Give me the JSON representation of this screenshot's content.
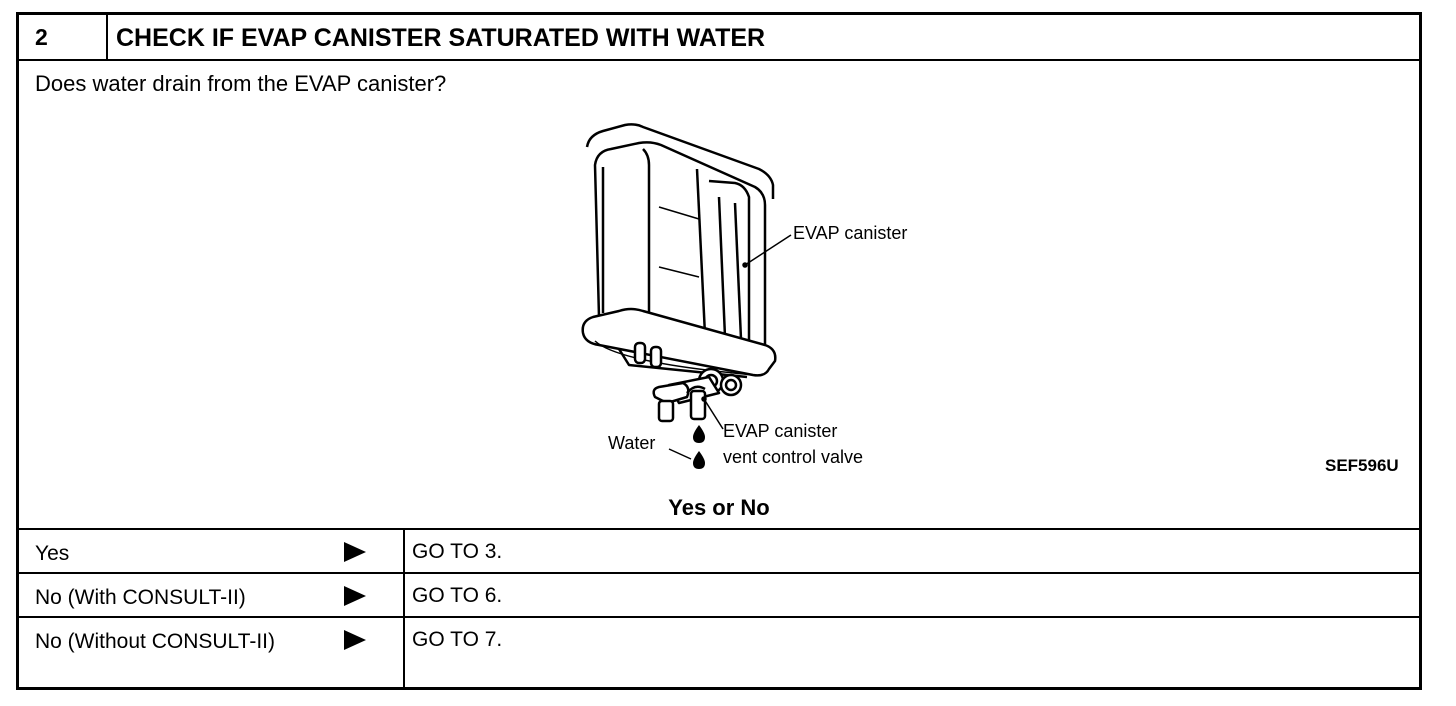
{
  "header": {
    "step_number": "2",
    "title": "CHECK IF EVAP CANISTER SATURATED WITH WATER"
  },
  "question": "Does water drain from the EVAP canister?",
  "figure": {
    "labels": {
      "canister": "EVAP canister",
      "valve_line1": "EVAP canister",
      "valve_line2": "vent control valve",
      "water": "Water"
    },
    "code": "SEF596U"
  },
  "decision_prompt": "Yes or No",
  "results": [
    {
      "condition": "Yes",
      "action": "GO TO 3."
    },
    {
      "condition": "No (With CONSULT-II)",
      "action": "GO TO 6."
    },
    {
      "condition": "No (Without CONSULT-II)",
      "action": "GO TO 7."
    }
  ],
  "icons": {
    "result_arrow": "right-arrow-icon"
  }
}
